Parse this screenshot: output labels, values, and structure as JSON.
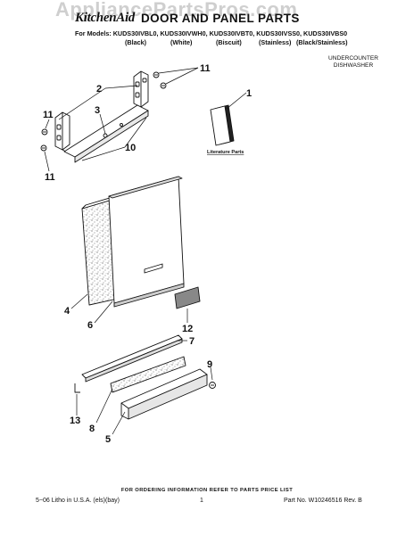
{
  "watermark": "AppliancePartsPros.com",
  "header": {
    "brand": "KitchenAid",
    "title": "DOOR AND PANEL PARTS",
    "models_line": "For Models: KUDS30IVBL0, KUDS30IVWH0, KUDS30IVBT0, KUDS30IVSS0, KUDS30IVBS0",
    "colors": [
      "(Black)",
      "(White)",
      "(Biscuit)",
      "(Stainless)",
      "(Black/Stainless)"
    ],
    "category_line1": "UNDERCOUNTER",
    "category_line2": "DISHWASHER"
  },
  "diagram": {
    "literature_label": "Literature Parts",
    "callouts": [
      "11",
      "2",
      "1",
      "11",
      "3",
      "10",
      "11",
      "4",
      "6",
      "12",
      "7",
      "9",
      "13",
      "8",
      "5"
    ]
  },
  "footer": {
    "note": "FOR ORDERING INFORMATION REFER TO PARTS PRICE LIST",
    "litho": "5−06 Litho in U.S.A. (els)(bay)",
    "page": "1",
    "part_no": "Part No. W10246516 Rev. B"
  }
}
